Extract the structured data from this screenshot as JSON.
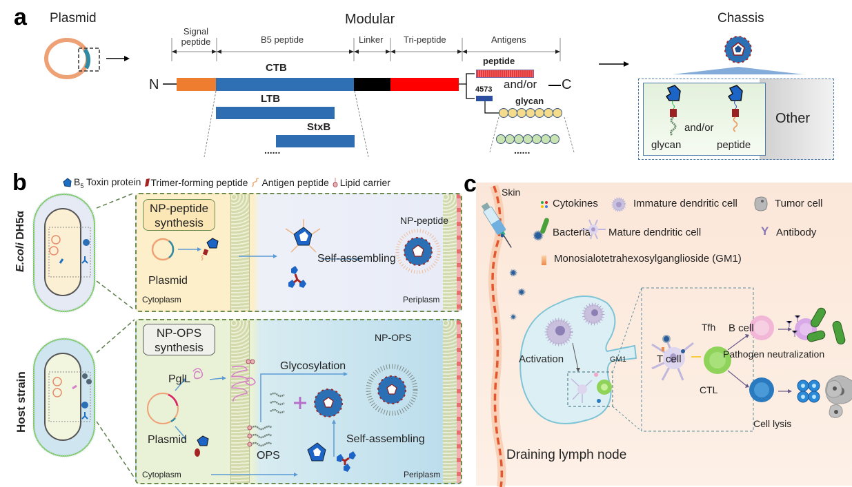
{
  "panel_a": {
    "letter": "a",
    "plasmid_label": "Plasmid",
    "modular_label": "Modular",
    "chassis_label": "Chassis",
    "segments": [
      {
        "label": "Signal\npeptide",
        "line1": "Signal",
        "line2": "peptide"
      },
      {
        "label": "B5 peptide"
      },
      {
        "label": "Linker"
      },
      {
        "label": "Tri-peptide"
      },
      {
        "label": "Antigens"
      }
    ],
    "bar_colors": {
      "signal": "#ef7d2f",
      "b5": "#2f6fb3",
      "linker": "#000000",
      "tripeptide": "#ff0000",
      "alt_b5": "#2e6db2",
      "tag4573": "#2b4f9e",
      "glycan_yellow": "#f5dc8c",
      "glycan_green": "#c9e3b2"
    },
    "n_terminus": "N",
    "c_terminus": "C",
    "cTB": "CTB",
    "lTB": "LTB",
    "stxB": "StxB",
    "ellipsis": "......",
    "antigen_peptide": "peptide",
    "and_or": "and/or",
    "tag": "4573",
    "antigen_glycan": "glycan",
    "chassis_box": {
      "glycan": "glycan",
      "and_or": "and/or",
      "peptide": "peptide",
      "other": "Other"
    }
  },
  "panel_b": {
    "letter": "b",
    "legend": [
      {
        "icon": "b5-toxin-icon",
        "label_main": "B",
        "label_sub": "5",
        "label_rest": " Toxin protein"
      },
      {
        "icon": "trimer-peptide-icon",
        "label": "Trimer-forming peptide"
      },
      {
        "icon": "antigen-peptide-icon",
        "label": "Antigen peptide"
      },
      {
        "icon": "lipid-carrier-icon",
        "label": "Lipid carrier"
      }
    ],
    "top": {
      "strain_italic": "E.coli",
      "strain_rest": " DH5α",
      "title_line1": "NP-peptide",
      "title_line2": "synthesis",
      "plasmid": "Plasmid",
      "cytoplasm": "Cytoplasm",
      "self_assembling": "Self-assembling",
      "product": "NP-peptide",
      "periplasm": "Periplasm"
    },
    "bottom": {
      "strain": "Host strain",
      "title_line1": "NP-OPS",
      "title_line2": "synthesis",
      "pglL": "PglL",
      "plasmid": "Plasmid",
      "cytoplasm": "Cytoplasm",
      "ops": "OPS",
      "glycosylation": "Glycosylation",
      "self_assembling": "Self-assembling",
      "product": "NP-OPS",
      "periplasm": "Periplasm"
    }
  },
  "panel_c": {
    "letter": "c",
    "skin": "Skin",
    "legend": [
      {
        "icon": "cytokines-icon",
        "label": "Cytokines"
      },
      {
        "icon": "immature-dendritic-cell-icon",
        "label": "Immature dendritic cell"
      },
      {
        "icon": "tumor-cell-icon",
        "label": "Tumor cell"
      },
      {
        "icon": "bacteria-icon",
        "label": "Bacteria"
      },
      {
        "icon": "mature-dendritic-cell-icon",
        "label": "Mature dendritic cell"
      },
      {
        "icon": "antibody-icon",
        "label": "Antibody"
      },
      {
        "icon": "gm1-icon",
        "label": "Monosialotetrahexosylganglioside (GM1)"
      }
    ],
    "activation": "Activation",
    "gm1": "GM1",
    "t_cell": "T cell",
    "tfh": "Tfh",
    "ctl": "CTL",
    "b_cell": "B cell",
    "pathogen_neutralization": "Pathogen neutralization",
    "cell_lysis": "Cell lysis",
    "lymph_node": "Draining lymph node",
    "colors": {
      "background": "#fbe9dc",
      "skin_line": "#e4572e",
      "lymph_fill": "#e3f1f6",
      "lymph_stroke": "#7ec4d6",
      "tfh": "#f2b6d6",
      "tcell": "#8fd35a",
      "ctl": "#2a7ac0",
      "bcell": "#d9a8e6"
    }
  }
}
